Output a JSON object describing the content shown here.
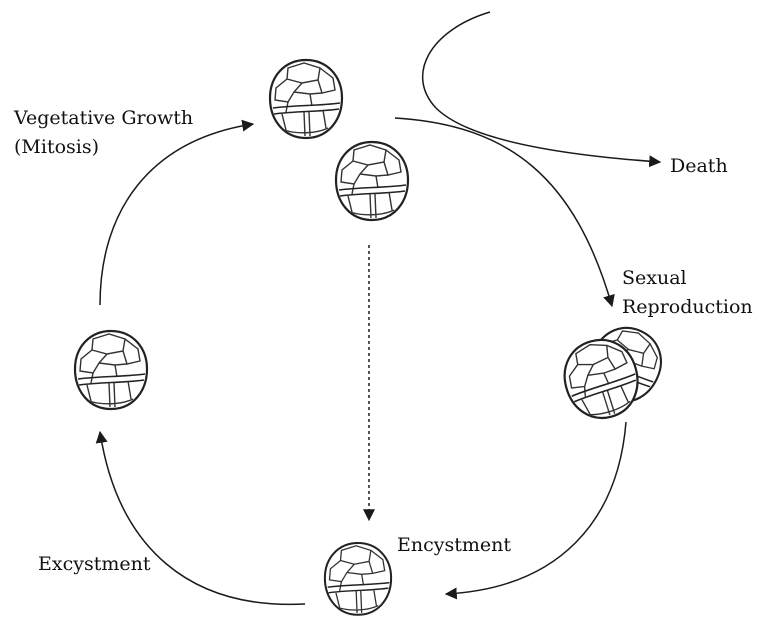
{
  "diagram": {
    "labels": {
      "vegetative_growth": [
        "Vegetative Growth",
        "(Mitosis)"
      ],
      "death": "Death",
      "sexual_reproduction": [
        "Sexual",
        "Reproduction"
      ],
      "encystment": "Encystment",
      "excystment": "Excystment"
    },
    "colors": {
      "line": "#1a1a1a",
      "cell_outline": "#222222",
      "text": "#111111",
      "background": "#ffffff"
    },
    "stages": [
      "vegetative-cell-upper",
      "vegetative-cell-lower",
      "paired-cells",
      "cyst",
      "excysted-cell"
    ]
  }
}
